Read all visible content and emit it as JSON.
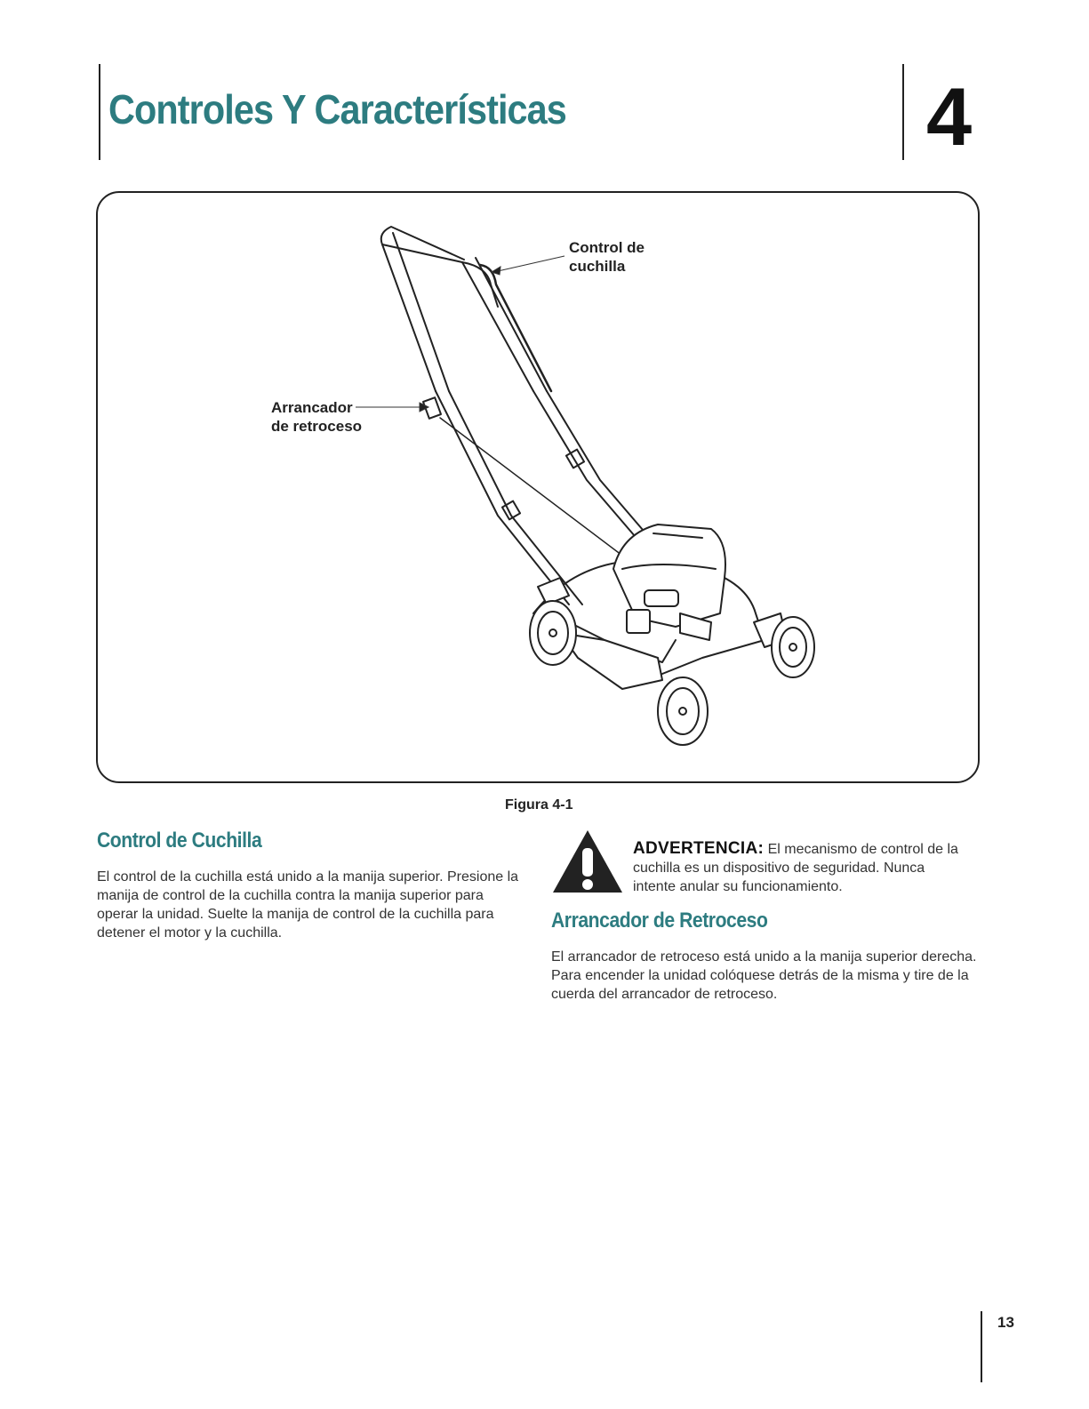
{
  "header": {
    "title": "Controles Y Características",
    "chapter_number": "4"
  },
  "figure": {
    "callouts": {
      "blade_control": [
        "Control de",
        "cuchilla"
      ],
      "recoil_starter": [
        "Arrancador",
        "de retroceso"
      ]
    },
    "caption": "Figura 4-1"
  },
  "sections": {
    "blade_control": {
      "heading": "Control de Cuchilla",
      "body": "El control de la cuchilla está unido a la manija superior. Presione la manija de control de la cuchilla contra la manija superior para operar la unidad. Suelte la manija de control de la cuchilla para detener el motor y la cuchilla."
    },
    "warning": {
      "label": "ADVERTENCIA:",
      "text": " El mecanismo de control de la cuchilla es un dispositivo de seguridad. Nunca intente anular su funcionamiento."
    },
    "recoil_starter": {
      "heading": "Arrancador de Retroceso",
      "body": "El arrancador de retroceso está unido a la manija superior derecha. Para encender la unidad colóquese detrás de la misma y tire de la cuerda del arrancador de retroceso."
    }
  },
  "footer": {
    "page_number": "13"
  }
}
